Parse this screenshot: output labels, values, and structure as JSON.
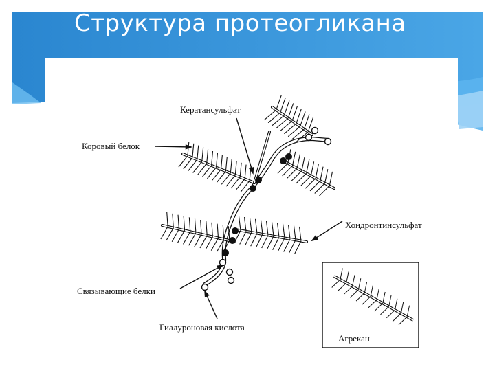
{
  "slide": {
    "title": "Структура протеогликана",
    "accent_color": "#2f8fd8",
    "accent_light": "#8cc8f2"
  },
  "diagram": {
    "labels": {
      "keratan_sulfate": "Кератансульфат",
      "core_protein": "Коровый белок",
      "chondroitin_sulfate": "Хондронтинсульфат",
      "link_proteins": "Связывающие белки",
      "hyaluronic_acid": "Гиалуроновая кислота",
      "aggrecan": "Агрекан"
    }
  }
}
